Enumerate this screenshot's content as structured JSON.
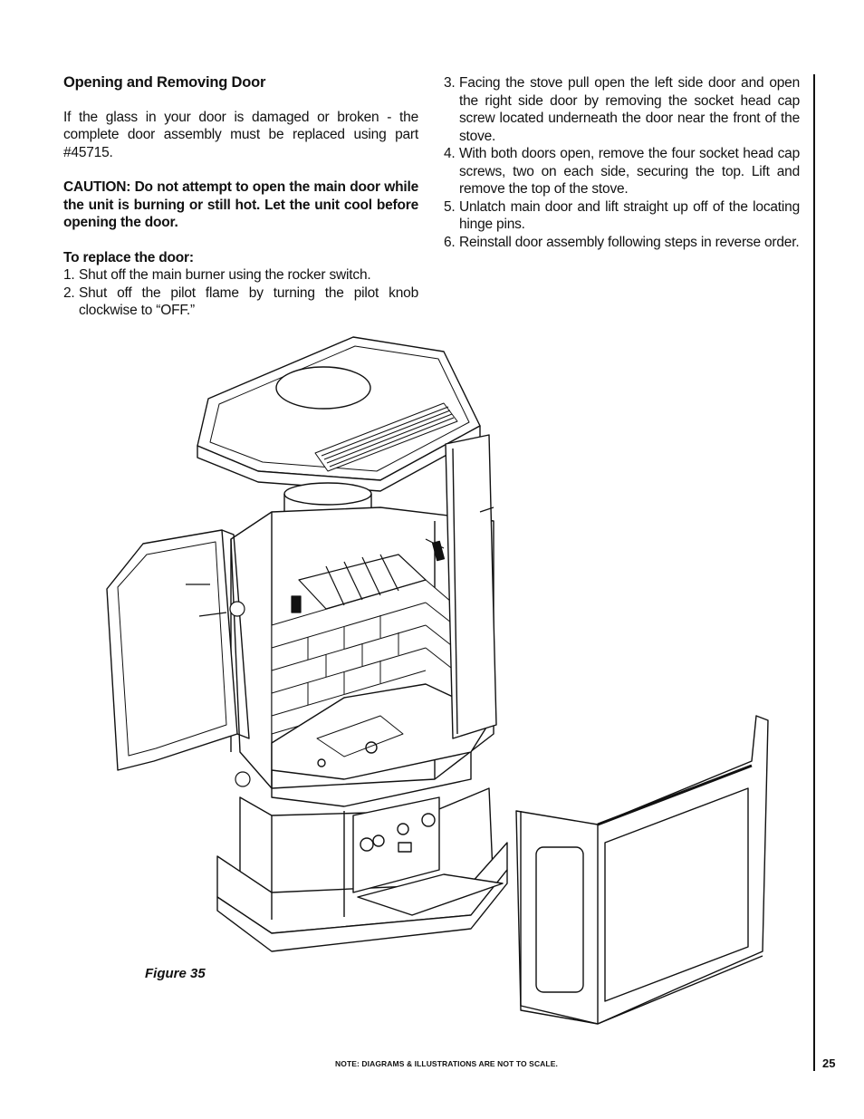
{
  "section": {
    "title": "Opening and Removing Door",
    "intro": "If the glass in your door is damaged or broken - the complete door assembly must be replaced using part #45715.",
    "caution": "CAUTION: Do not attempt to open the main door while the unit is burning or still hot. Let the unit cool before opening the door.",
    "steps_heading": "To replace the door:",
    "steps": [
      {
        "num": "1.",
        "text": "Shut off the main burner using the rocker switch."
      },
      {
        "num": "2.",
        "text": "Shut off the pilot flame by turning the pilot knob clockwise to “OFF.”"
      },
      {
        "num": "3.",
        "text": "Facing the stove pull open the left side door and open the right side door by removing the socket head cap screw located underneath the door near the front of the stove."
      },
      {
        "num": "4.",
        "text": "With both doors open, remove the four socket head cap screws, two on each side, securing the top. Lift and remove the top of the stove."
      },
      {
        "num": "5.",
        "text": "Unlatch main door and lift straight up off of the locating hinge pins."
      },
      {
        "num": "6.",
        "text": "Reinstall door assembly following steps in reverse order."
      }
    ]
  },
  "figure": {
    "caption": "Figure 35"
  },
  "footer": {
    "note": "NOTE: DIAGRAMS & ILLUSTRATIONS ARE NOT TO SCALE.",
    "page_number": "25"
  }
}
